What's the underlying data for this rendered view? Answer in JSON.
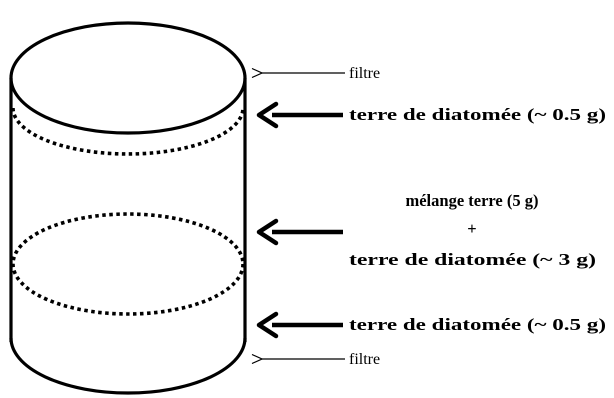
{
  "colors": {
    "stroke": "#000000",
    "background": "#ffffff"
  },
  "labels": {
    "top_filter": "filtre",
    "top_diatom_layer": "terre de diatomée (~ 0.5 g)",
    "mixture_line1": "mélange terre (5 g)",
    "mixture_plus": "+",
    "mixture_line2": "terre de diatomée (~ 3 g)",
    "bottom_diatom_layer": "terre de diatomée (~ 0.5 g)",
    "bottom_filter": "filtre"
  }
}
